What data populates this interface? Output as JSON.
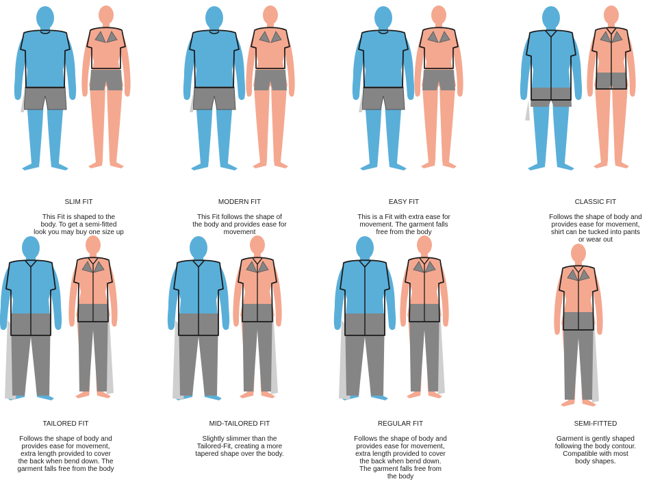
{
  "colors": {
    "male_skin": "#5aafd9",
    "female_skin": "#f4a890",
    "garment_fill": "#858585",
    "garment_light": "#cfcfcf",
    "outline": "#1a1a1a"
  },
  "fits": [
    {
      "id": "slim-fit",
      "title": "SLIM FIT",
      "description": "This Fit is shaped to the\nbody. To get a semi-fitted\nlook you may buy one size up",
      "figures": [
        "male",
        "female"
      ],
      "top": "tshirt",
      "bottom": "shorts"
    },
    {
      "id": "modern-fit",
      "title": "MODERN FIT",
      "description": "This Fit follows the shape of\nthe body and provides ease for\nmovement",
      "figures": [
        "male",
        "female"
      ],
      "top": "tshirt",
      "bottom": "shorts"
    },
    {
      "id": "easy-fit",
      "title": "EASY FIT",
      "description": "This is a Fit with extra ease for\nmovement. The garment falls\nfree from the body",
      "figures": [
        "male",
        "female"
      ],
      "top": "tshirt",
      "bottom": "shorts"
    },
    {
      "id": "classic-fit",
      "title": "CLASSIC FIT",
      "description": "Follows the shape of body and\nprovides ease for movement,\nshirt can be tucked into pants\nor wear out",
      "figures": [
        "male",
        "female"
      ],
      "top": "shirt",
      "bottom": "shorts"
    },
    {
      "id": "tailored-fit",
      "title": "TAILORED FIT",
      "description": "Follows the shape of body and\nprovides ease for movement,\nextra length provided to cover\nthe back when bend down. The\ngarment falls free from the body",
      "figures": [
        "male",
        "female"
      ],
      "top": "long-shirt",
      "bottom": "pants"
    },
    {
      "id": "mid-tailored-fit",
      "title": "MID-TAILORED FIT",
      "description": "Slightly slimmer than the\nTailored-Fit, creating a more\ntapered shape over the body.",
      "figures": [
        "male",
        "female"
      ],
      "top": "long-shirt",
      "bottom": "pants"
    },
    {
      "id": "regular-fit",
      "title": "REGULAR FIT",
      "description": "Follows the shape of body and\nprovides ease for movement,\nextra length provided to cover\nthe back when bend down.\nThe garment falls free from\nthe body",
      "figures": [
        "male",
        "female"
      ],
      "top": "long-shirt",
      "bottom": "pants"
    },
    {
      "id": "semi-fitted",
      "title": "SEMI-FITTED",
      "description": "Garment is gently shaped\nfollowing the body contour.\nCompatible with most\nbody shapes.",
      "figures": [
        "female"
      ],
      "top": "long-shirt",
      "bottom": "pants"
    }
  ]
}
